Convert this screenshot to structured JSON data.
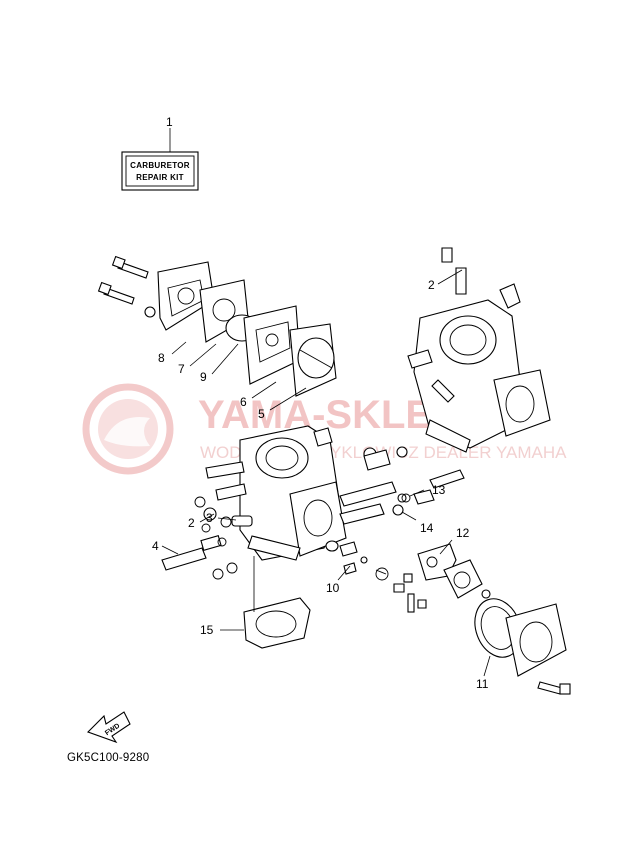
{
  "repair_kit": {
    "line1": "CARBURETOR",
    "line2": "REPAIR KIT"
  },
  "callouts": {
    "c1": "1",
    "c2a": "2",
    "c2b": "2",
    "c3": "3",
    "c4": "4",
    "c5": "5",
    "c6": "6",
    "c7": "7",
    "c8": "8",
    "c9": "9",
    "c10": "10",
    "c11": "11",
    "c12": "12",
    "c13": "13",
    "c14": "14",
    "c15": "15"
  },
  "direction_arrow": {
    "label": "FWD"
  },
  "figure_code": "GK5C100-9280",
  "watermark": {
    "title": "YAMA-SKLEP.PL",
    "subtitle": "WODNOMOTOCYKLOWICZ DEALER YAMAHA"
  }
}
